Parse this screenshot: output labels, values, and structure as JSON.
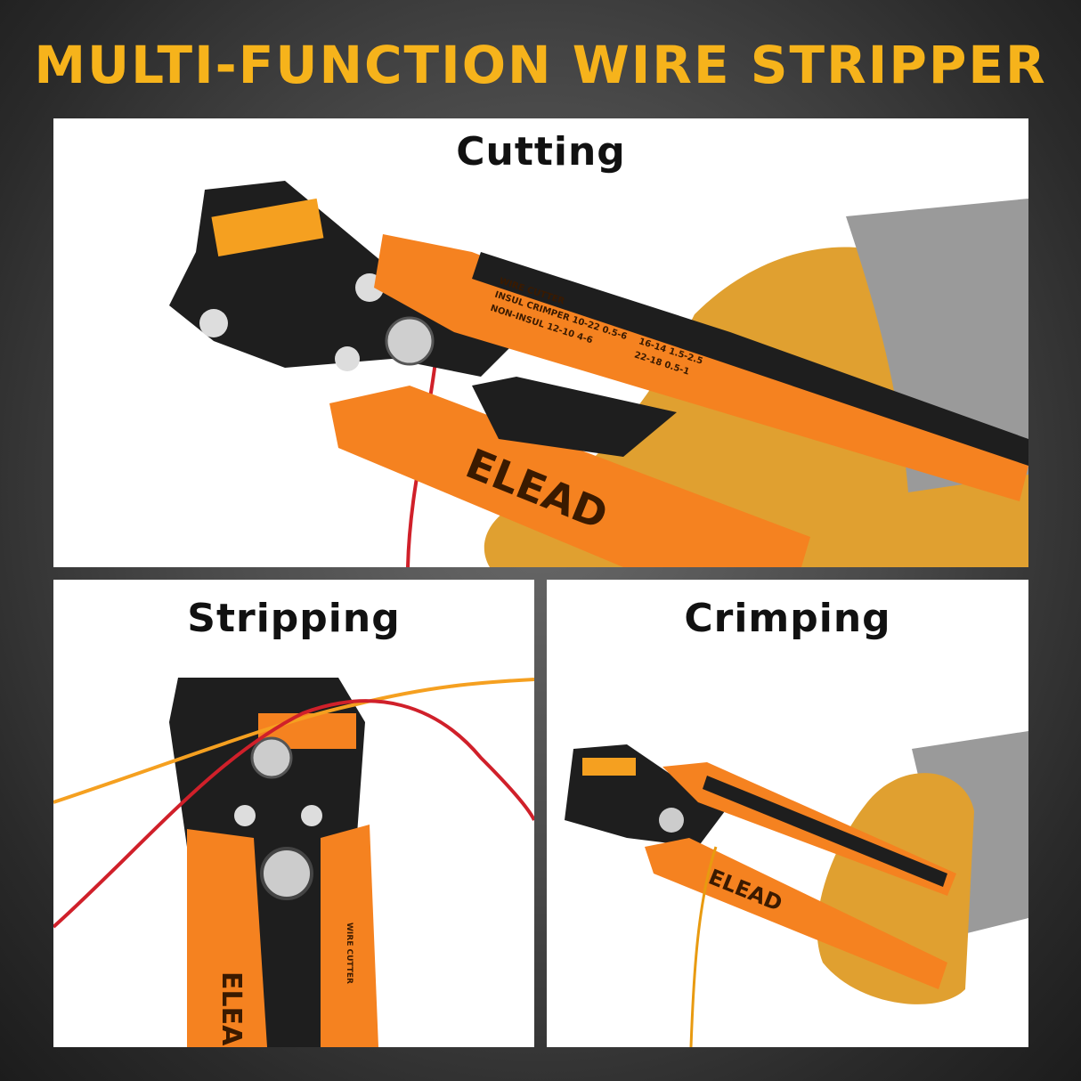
{
  "title": "MULTI-FUNCTION WIRE STRIPPER",
  "panels": [
    {
      "label": "Cutting"
    },
    {
      "label": "Stripping"
    },
    {
      "label": "Crimping"
    }
  ],
  "tool_markings": {
    "brand": "ELEAD",
    "wire_cutter": "WIRE CUTTER",
    "insul_crimper": "INSUL CRIMPER 10-22 0.5-6",
    "non_insul": "NON-INSUL 12-10 4-6",
    "gauge_1": "16-14 1.5-2.5",
    "gauge_2": "22-18 0.5-1"
  },
  "colors": {
    "title": "#F6B31B",
    "tool_orange": "#F58220",
    "tool_black": "#1e1e1e",
    "glove": "#E0A030",
    "wire_red": "#D0202A"
  }
}
